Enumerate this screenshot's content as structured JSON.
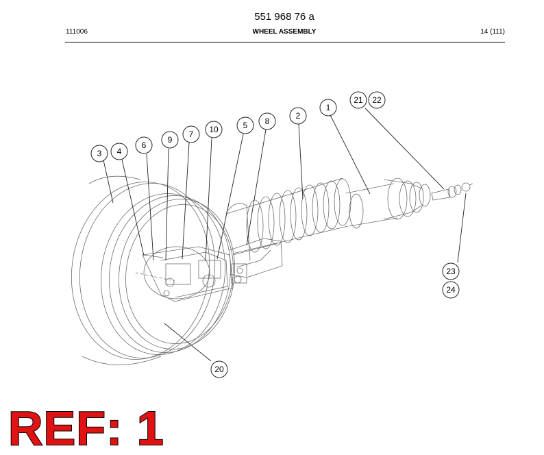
{
  "header": {
    "document_number": "551 968 76 a",
    "left_code": "111006",
    "title": "WHEEL ASSEMBLY",
    "page": "14 (111)"
  },
  "callouts": [
    "1",
    "2",
    "3",
    "4",
    "5",
    "6",
    "7",
    "8",
    "9",
    "10",
    "20",
    "21",
    "22",
    "23",
    "24"
  ],
  "ref_label": "REF: 1",
  "colors": {
    "ref_text": "#e01212",
    "line_art": "#555555"
  }
}
